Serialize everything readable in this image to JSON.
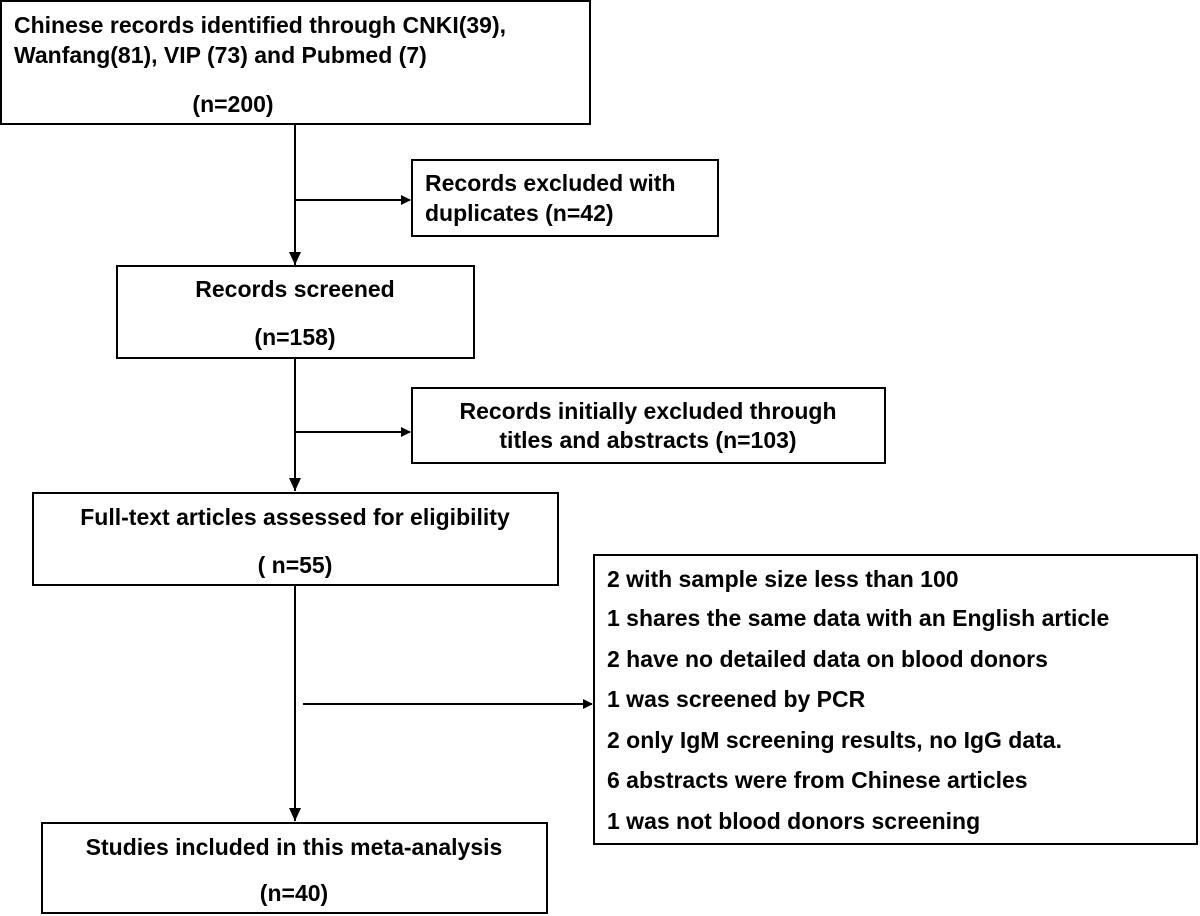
{
  "identification": {
    "line1": "Chinese records identified through CNKI(39),",
    "line2": "Wanfang(81), VIP (73) and Pubmed (7)",
    "count": "(n=200)"
  },
  "excluded_duplicates": {
    "line1": "Records excluded with",
    "line2": "duplicates  (n=42)"
  },
  "screened": {
    "title": "Records screened",
    "count": "(n=158)"
  },
  "excluded_titles": {
    "line1": "Records initially excluded through",
    "line2": "titles and abstracts (n=103)"
  },
  "eligibility": {
    "title": "Full-text articles assessed for eligibility",
    "count": "( n=55)"
  },
  "exclusion_reasons": [
    "2 with sample size less than 100",
    "1 shares the same data with an English article",
    "2 have no detailed data on blood donors",
    "1 was screened by PCR",
    "2 only IgM screening results, no IgG data.",
    "6 abstracts were from Chinese articles",
    "1 was not blood donors screening"
  ],
  "included": {
    "title": "Studies included in this meta-analysis",
    "count": "(n=40)"
  }
}
